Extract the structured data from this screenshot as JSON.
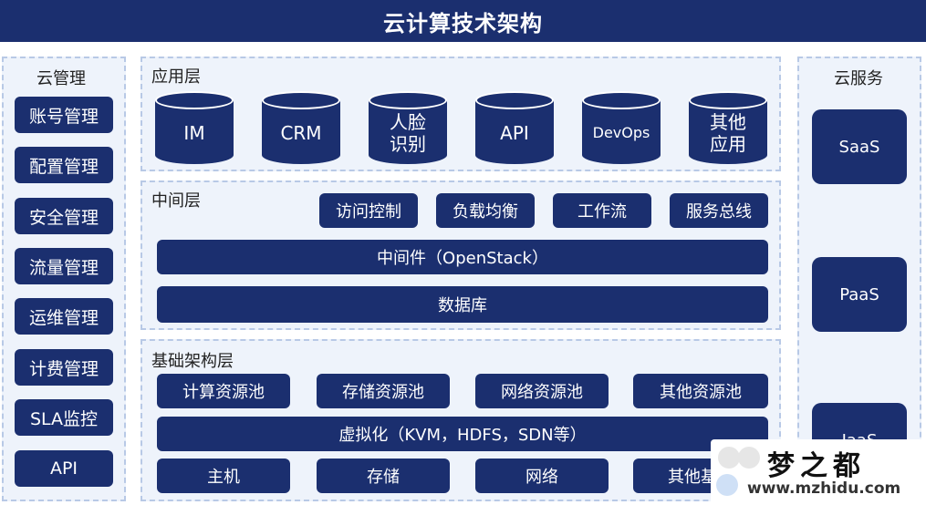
{
  "title": "云计算技术架构",
  "cloud_mgmt": {
    "heading": "云管理",
    "items": [
      "账号管理",
      "配置管理",
      "安全管理",
      "流量管理",
      "运维管理",
      "计费管理",
      "SLA监控",
      "API"
    ]
  },
  "app_layer": {
    "heading": "应用层",
    "items": [
      "IM",
      "CRM",
      "人脸\n识别",
      "API",
      "DevOps",
      "其他\n应用"
    ]
  },
  "middle_layer": {
    "heading": "中间层",
    "items": [
      "访问控制",
      "负载均衡",
      "工作流",
      "服务总线"
    ],
    "middleware": "中间件（OpenStack）",
    "database": "数据库"
  },
  "infra_layer": {
    "heading": "基础架构层",
    "pools": [
      "计算资源池",
      "存储资源池",
      "网络资源池",
      "其他资源池"
    ],
    "virtualization": "虚拟化（KVM，HDFS，SDN等）",
    "hardware": [
      "主机",
      "存储",
      "网络",
      "其他基础"
    ]
  },
  "cloud_services": {
    "heading": "云服务",
    "items": [
      "SaaS",
      "PaaS",
      "IaaS"
    ]
  },
  "watermark": {
    "brand": "梦之都",
    "url": "www.mzhidu.com"
  }
}
